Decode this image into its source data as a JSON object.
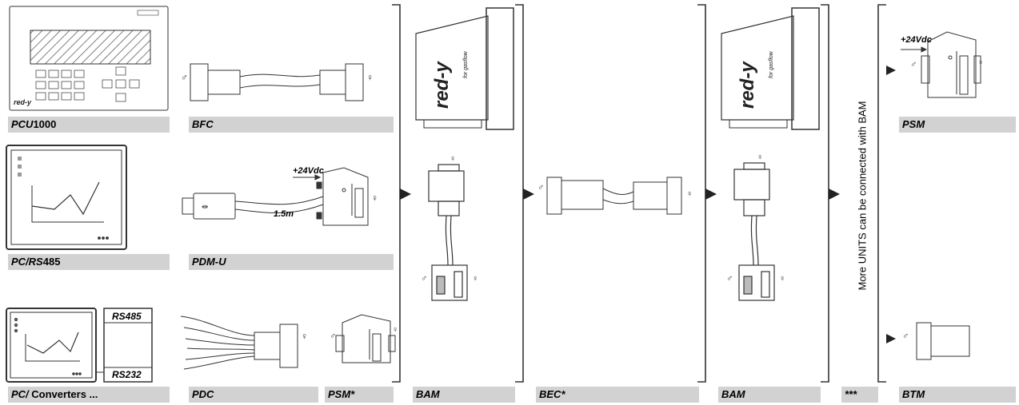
{
  "labels": {
    "pcu": {
      "a": "PCU",
      "b": "1000"
    },
    "bfc": "BFC",
    "pc_rs": {
      "a": "PC/RS",
      "b": "485"
    },
    "pdm_u": "PDM-U",
    "pc_conv": {
      "a": "PC/",
      "b": " Converters ..."
    },
    "pdc": "PDC",
    "psm_star": "PSM*",
    "bam1": "BAM",
    "bec": "BEC*",
    "bam2": "BAM",
    "stars": "***",
    "btm": "BTM",
    "psm": "PSM"
  },
  "annotations": {
    "v24_pdm": "+24Vdc",
    "len_pdm": "1.5m",
    "v24_psm": "+24Vdc",
    "rs485": "RS485",
    "rs232": "RS232",
    "more_units": "More UNITS can be connected with BAM",
    "brand": "red-y",
    "brand_sub": "for gasflow"
  }
}
